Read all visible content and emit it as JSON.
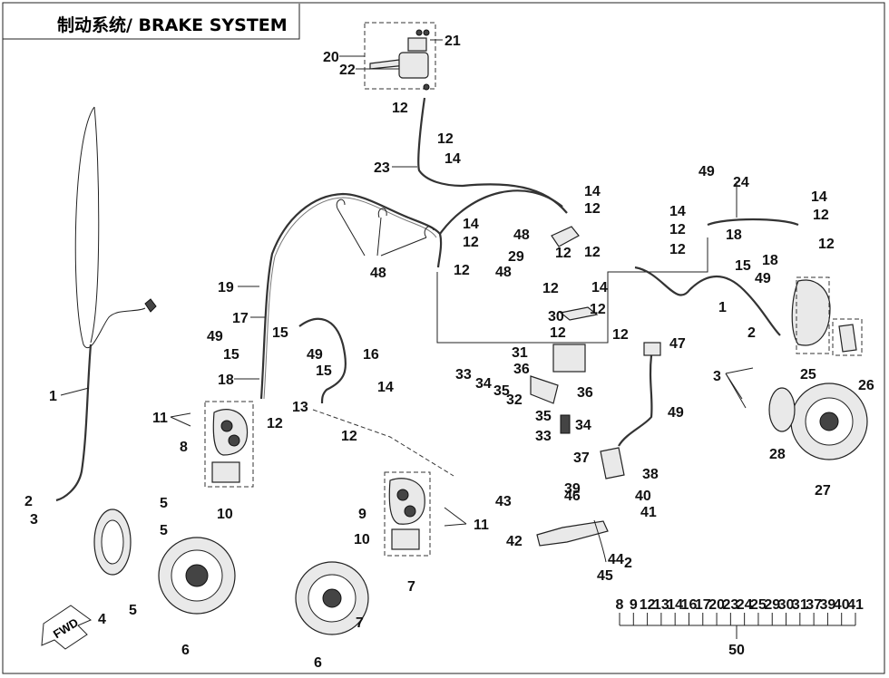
{
  "title": "制动系统/ BRAKE SYSTEM",
  "fwd_label": "FWD",
  "colors": {
    "line": "#222222",
    "background": "#ffffff",
    "part_fill": "#e9e9e9"
  },
  "callouts": [
    {
      "id": "c1",
      "text": "1"
    },
    {
      "id": "c2",
      "text": "2"
    },
    {
      "id": "c3",
      "text": "3"
    },
    {
      "id": "c4",
      "text": "4"
    },
    {
      "id": "c5",
      "text": "5"
    },
    {
      "id": "c6",
      "text": "5"
    },
    {
      "id": "c7",
      "text": "5"
    },
    {
      "id": "c8",
      "text": "6"
    },
    {
      "id": "c9",
      "text": "6"
    },
    {
      "id": "c10",
      "text": "7"
    },
    {
      "id": "c11",
      "text": "7"
    },
    {
      "id": "c12",
      "text": "8"
    },
    {
      "id": "c13",
      "text": "9"
    },
    {
      "id": "c14",
      "text": "10"
    },
    {
      "id": "c15",
      "text": "10"
    },
    {
      "id": "c16",
      "text": "11"
    },
    {
      "id": "c17",
      "text": "11"
    },
    {
      "id": "c18",
      "text": "12"
    },
    {
      "id": "c19",
      "text": "12"
    },
    {
      "id": "c20",
      "text": "12"
    },
    {
      "id": "c21",
      "text": "12"
    },
    {
      "id": "c22",
      "text": "12"
    },
    {
      "id": "c23",
      "text": "12"
    },
    {
      "id": "c24",
      "text": "12"
    },
    {
      "id": "c25",
      "text": "12"
    },
    {
      "id": "c26",
      "text": "12"
    },
    {
      "id": "c27",
      "text": "12"
    },
    {
      "id": "c28",
      "text": "12"
    },
    {
      "id": "c29",
      "text": "12"
    },
    {
      "id": "c30",
      "text": "12"
    },
    {
      "id": "c31",
      "text": "12"
    },
    {
      "id": "c32",
      "text": "12"
    },
    {
      "id": "c33",
      "text": "12"
    },
    {
      "id": "c34",
      "text": "13"
    },
    {
      "id": "c35",
      "text": "14"
    },
    {
      "id": "c36",
      "text": "14"
    },
    {
      "id": "c37",
      "text": "14"
    },
    {
      "id": "c38",
      "text": "14"
    },
    {
      "id": "c39",
      "text": "14"
    },
    {
      "id": "c40",
      "text": "14"
    },
    {
      "id": "c41",
      "text": "14"
    },
    {
      "id": "c42",
      "text": "15"
    },
    {
      "id": "c43",
      "text": "15"
    },
    {
      "id": "c44",
      "text": "15"
    },
    {
      "id": "c45",
      "text": "15"
    },
    {
      "id": "c46",
      "text": "16"
    },
    {
      "id": "c47",
      "text": "17"
    },
    {
      "id": "c48",
      "text": "18"
    },
    {
      "id": "c49",
      "text": "18"
    },
    {
      "id": "c50",
      "text": "18"
    },
    {
      "id": "c51",
      "text": "19"
    },
    {
      "id": "c52",
      "text": "20"
    },
    {
      "id": "c53",
      "text": "21"
    },
    {
      "id": "c54",
      "text": "22"
    },
    {
      "id": "c55",
      "text": "23"
    },
    {
      "id": "c56",
      "text": "24"
    },
    {
      "id": "c57",
      "text": "25"
    },
    {
      "id": "c58",
      "text": "26"
    },
    {
      "id": "c59",
      "text": "27"
    },
    {
      "id": "c60",
      "text": "28"
    },
    {
      "id": "c61",
      "text": "29"
    },
    {
      "id": "c62",
      "text": "30"
    },
    {
      "id": "c63",
      "text": "31"
    },
    {
      "id": "c64",
      "text": "32"
    },
    {
      "id": "c65",
      "text": "33"
    },
    {
      "id": "c66",
      "text": "33"
    },
    {
      "id": "c67",
      "text": "34"
    },
    {
      "id": "c68",
      "text": "34"
    },
    {
      "id": "c69",
      "text": "35"
    },
    {
      "id": "c70",
      "text": "35"
    },
    {
      "id": "c71",
      "text": "36"
    },
    {
      "id": "c72",
      "text": "36"
    },
    {
      "id": "c73",
      "text": "37"
    },
    {
      "id": "c74",
      "text": "38"
    },
    {
      "id": "c75",
      "text": "39"
    },
    {
      "id": "c76",
      "text": "40"
    },
    {
      "id": "c77",
      "text": "41"
    },
    {
      "id": "c78",
      "text": "42"
    },
    {
      "id": "c79",
      "text": "43"
    },
    {
      "id": "c80",
      "text": "44"
    },
    {
      "id": "c81",
      "text": "45"
    },
    {
      "id": "c82",
      "text": "46"
    },
    {
      "id": "c83",
      "text": "47"
    },
    {
      "id": "c84",
      "text": "48"
    },
    {
      "id": "c85",
      "text": "48"
    },
    {
      "id": "c86",
      "text": "48"
    },
    {
      "id": "c87",
      "text": "49"
    },
    {
      "id": "c88",
      "text": "49"
    },
    {
      "id": "c89",
      "text": "49"
    },
    {
      "id": "c90",
      "text": "49"
    },
    {
      "id": "c91",
      "text": "49"
    },
    {
      "id": "c92",
      "text": "1"
    },
    {
      "id": "c93",
      "text": "2"
    },
    {
      "id": "c94",
      "text": "3"
    },
    {
      "id": "c95",
      "text": "2"
    },
    {
      "id": "c96",
      "text": "12"
    }
  ],
  "kit": {
    "label": "50",
    "items": [
      "8",
      "9",
      "12",
      "13",
      "14",
      "16",
      "17",
      "20",
      "23",
      "24",
      "25",
      "29",
      "30",
      "31",
      "37",
      "39",
      "40",
      "41"
    ]
  }
}
